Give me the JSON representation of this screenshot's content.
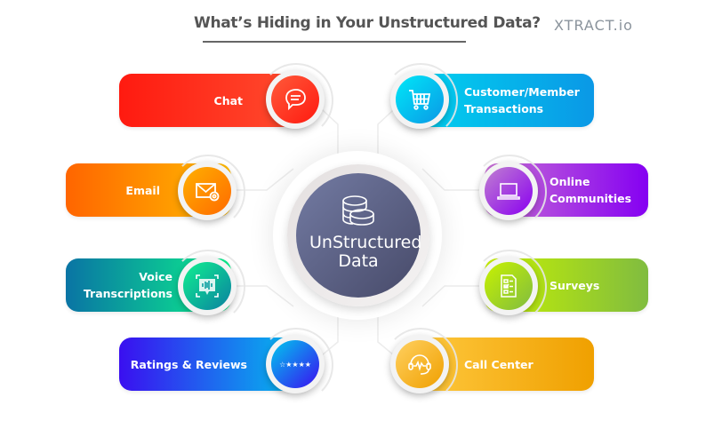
{
  "header": {
    "title": "What’s Hiding in Your Unstructured Data?",
    "logo": "XTRACT.io"
  },
  "center": {
    "label": "UnStructured Data",
    "icon": "database-coins-icon",
    "color": "#5a5f84"
  },
  "sources": [
    {
      "label": "Chat",
      "icon": "chat-bubbles-icon",
      "from": "#ff1a10",
      "to": "#ff4f30"
    },
    {
      "label": "Email",
      "icon": "email-at-icon",
      "from": "#ff6500",
      "to": "#ffbb00"
    },
    {
      "label": "Voice Transcriptions",
      "icon": "voice-waveform-icon",
      "from": "#0a74a4",
      "to": "#0cf08c"
    },
    {
      "label": "Ratings & Reviews",
      "icon": "star-rating-icon",
      "from": "#3a0ff0",
      "to": "#00c8ee"
    },
    {
      "label": "Customer/Member Transactions",
      "icon": "shopping-cart-icon",
      "from": "#00d6f0",
      "to": "#0a98e6"
    },
    {
      "label": "Online Communities",
      "icon": "laptop-icon",
      "from": "#c870d4",
      "to": "#8500f2"
    },
    {
      "label": "Surveys",
      "icon": "survey-checklist-icon",
      "from": "#c8f200",
      "to": "#80bc40"
    },
    {
      "label": "Call Center",
      "icon": "headset-icon",
      "from": "#ffcc44",
      "to": "#f0a000"
    }
  ]
}
